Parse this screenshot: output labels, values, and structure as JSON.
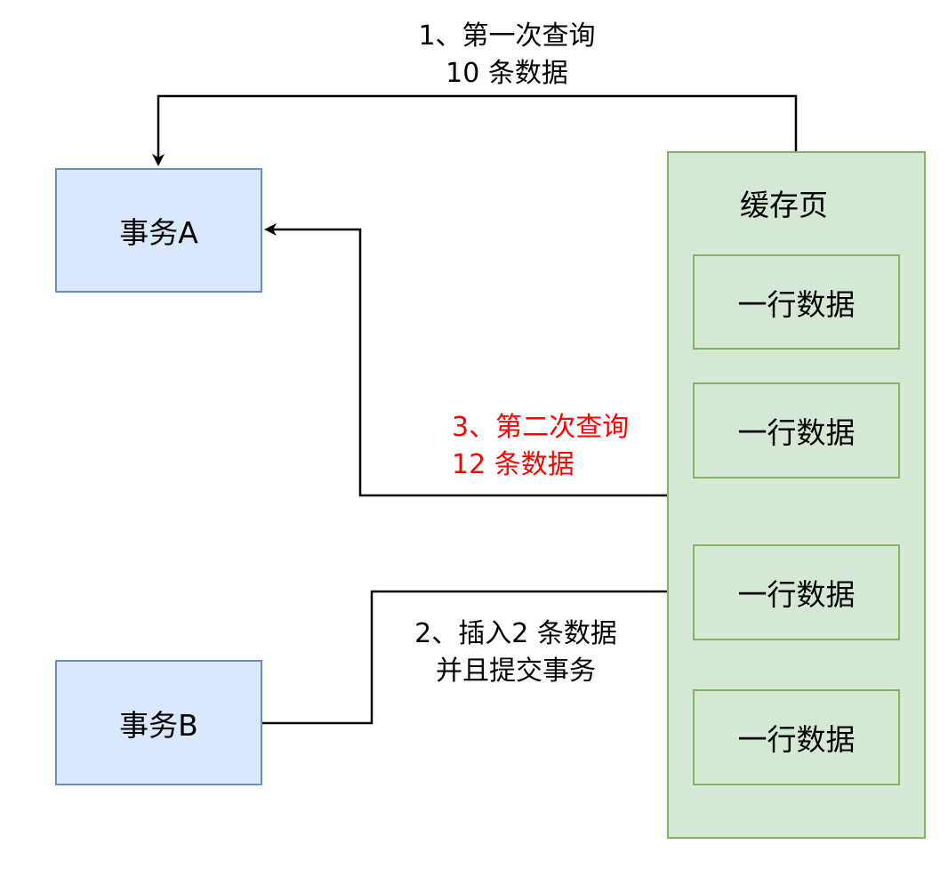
{
  "transactions": {
    "a": "事务A",
    "b": "事务B"
  },
  "cache": {
    "title": "缓存页",
    "rows": [
      "一行数据",
      "一行数据",
      "一行数据",
      "一行数据"
    ]
  },
  "steps": {
    "step1": {
      "line1": "1、第一次查询",
      "line2": "10 条数据"
    },
    "step2": {
      "line1": "2、插入2 条数据",
      "line2": "并且提交事务"
    },
    "step3": {
      "line1": "3、第二次查询",
      "line2": "12 条数据"
    }
  },
  "colors": {
    "transaction_fill": "#dae8fc",
    "transaction_stroke": "#6c8ebf",
    "cache_fill": "#d5e8d4",
    "cache_stroke": "#82b366",
    "highlight_text": "#ff0000"
  }
}
